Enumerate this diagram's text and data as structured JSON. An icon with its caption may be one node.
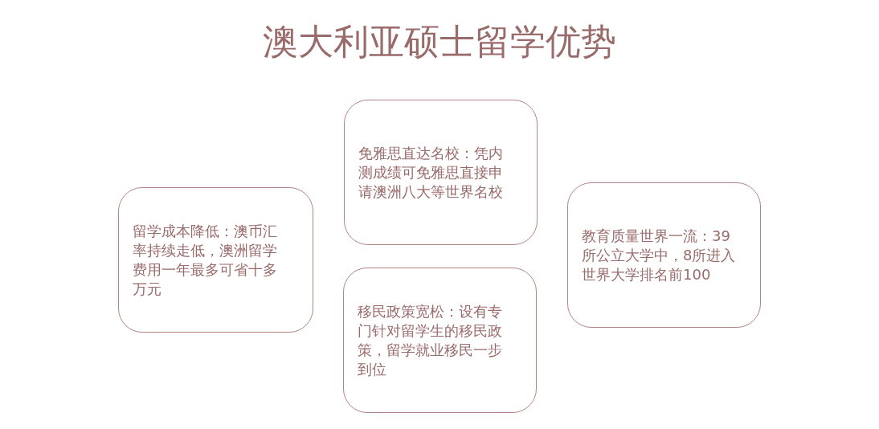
{
  "diagram": {
    "title": "澳大利亚硕士留学优势",
    "nodes": [
      {
        "text": [
          "留学成本降低：澳币汇率持续走低，澳洲留学费用一年最多可省十多万元"
        ]
      },
      {
        "text": [
          "免雅思直达名校：凭内测成绩可免雅思直接申请澳洲八大等世界名校"
        ]
      },
      {
        "text": [
          "移民政策宽松：设有专门针对留学生的移民政策，留学就业移民一步到位"
        ]
      },
      {
        "text": [
          "教育质量世界一流：39所公立大学中，8所进入世界大学排名前100"
        ]
      }
    ]
  }
}
